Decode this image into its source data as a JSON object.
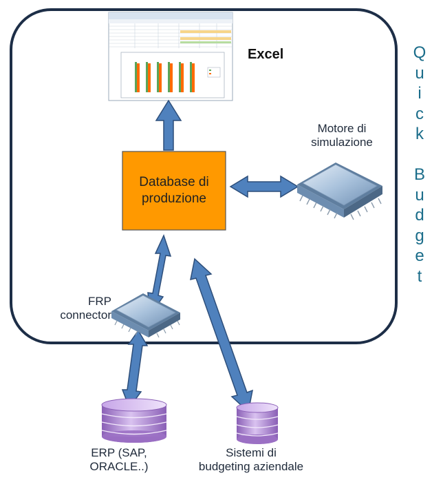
{
  "labels": {
    "excel": "Excel",
    "motore_line1": "Motore di",
    "motore_line2": "simulazione",
    "database_line1": "Database di",
    "database_line2": "produzione",
    "frp_line1": "FRP",
    "frp_line2": "connector",
    "erp_line1": "ERP (SAP,",
    "erp_line2": "ORACLE..)",
    "sistemi_line1": "Sistemi di",
    "sistemi_line2": "budgeting aziendale"
  },
  "side_title_letters": [
    "Q",
    "u",
    "i",
    "c",
    "k",
    "",
    "B",
    "u",
    "d",
    "g",
    "e",
    "t"
  ],
  "colors": {
    "frame": "#1d2e47",
    "database_box": "#ff9900",
    "arrow": "#4f81bd",
    "arrow_edge": "#2d4e7a",
    "chip": "#a9c2dc",
    "cylinder": "#a97fcf",
    "title": "#1b6d8a"
  },
  "icons": [
    "excel-screenshot-icon",
    "chip-icon",
    "database-cylinder-icon"
  ]
}
